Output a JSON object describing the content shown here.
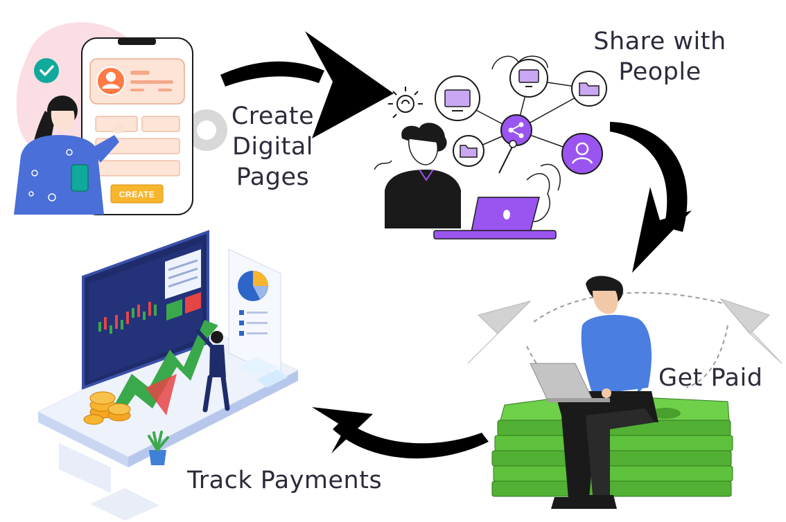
{
  "steps": {
    "create_label": "Create Digital Pages",
    "share_label": "Share with People",
    "paid_label": "Get Paid",
    "track_label": "Track Payments"
  },
  "create_button_text": "CREATE",
  "colors": {
    "arrow": "#000000",
    "text": "#2b2b3a",
    "accent_purple": "#8a3ee8",
    "accent_orange": "#ff7a45",
    "button_yellow": "#f8b52e",
    "money_green": "#5fc23c",
    "chart_navy": "#1f2c6b"
  }
}
